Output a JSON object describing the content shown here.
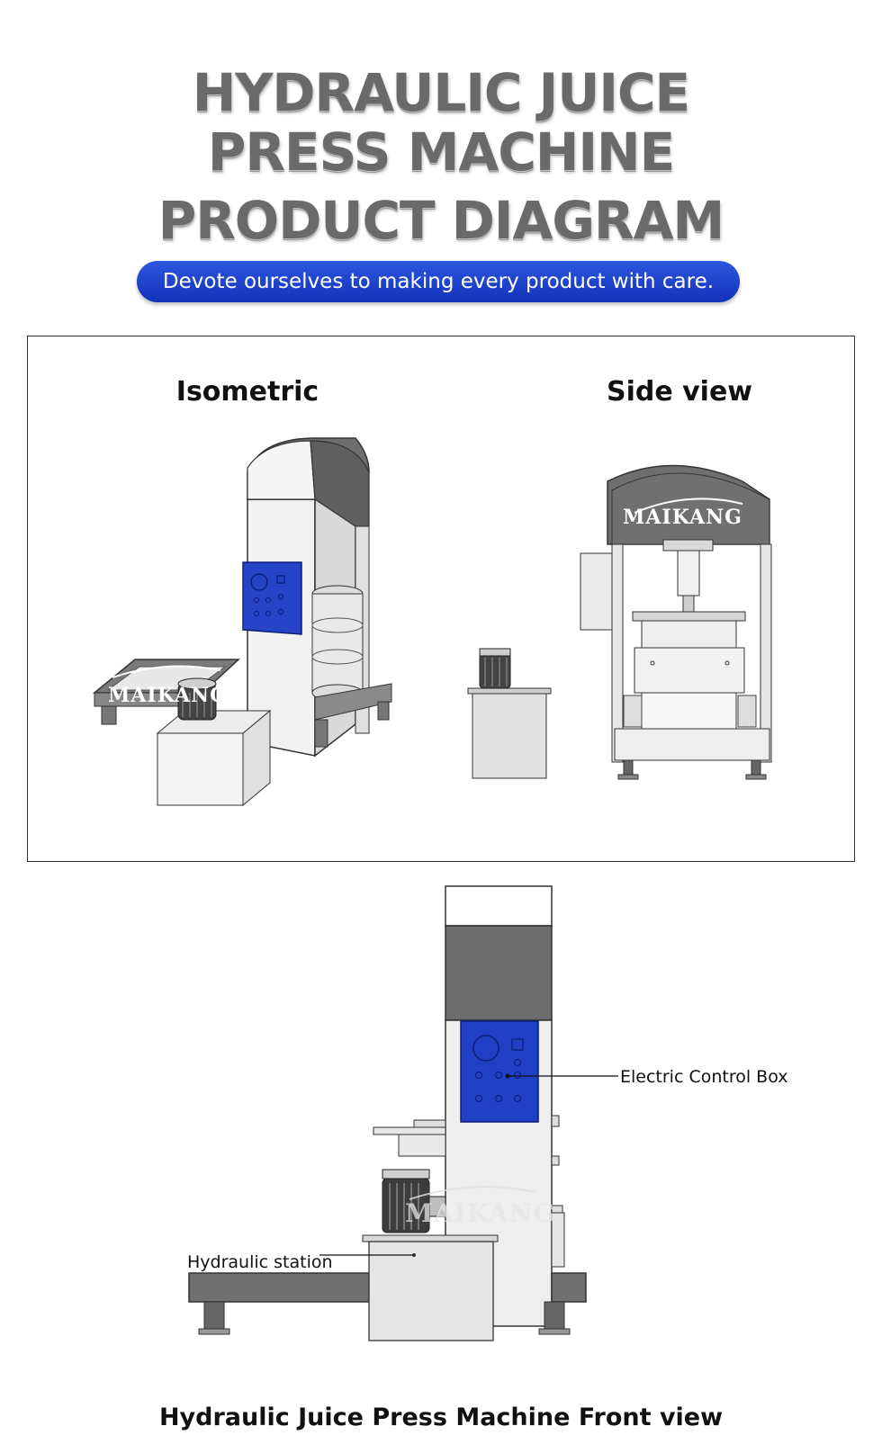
{
  "header": {
    "title_line1": "HYDRAULIC JUICE",
    "title_line2": "PRESS MACHINE",
    "title_line3": "PRODUCT DIAGRAM",
    "tagline": "Devote ourselves to making every product with care."
  },
  "views_panel": {
    "isometric_label": "Isometric",
    "side_label": "Side view"
  },
  "watermark": "MAIKANG",
  "front_view": {
    "callouts": [
      "Electric Control Box",
      "Hydraulic station"
    ],
    "caption": "Hydraulic Juice Press Machine Front view"
  },
  "colors": {
    "control_box_blue": "#1f3fc4",
    "frame_gray": "#6f6f6f",
    "tagline_blue": "#1a3bd0",
    "body_light": "#efefef"
  }
}
